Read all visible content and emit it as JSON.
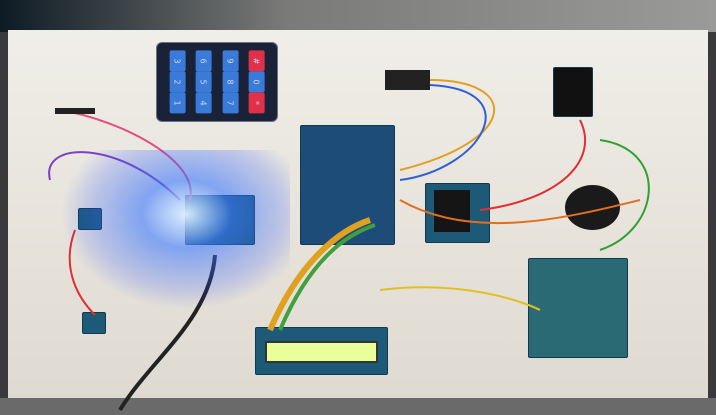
{
  "keypad": {
    "keys": [
      "3",
      "6",
      "9",
      "#",
      "2",
      "5",
      "8",
      "0",
      "1",
      "4",
      "7",
      "*"
    ]
  },
  "colors": {
    "board": "#ece9e2",
    "pcb_blue": "#1d5a78",
    "led_glow": "#3c78ff",
    "keypad_red": "#e0304a",
    "keypad_blue": "#3a7ad8"
  }
}
